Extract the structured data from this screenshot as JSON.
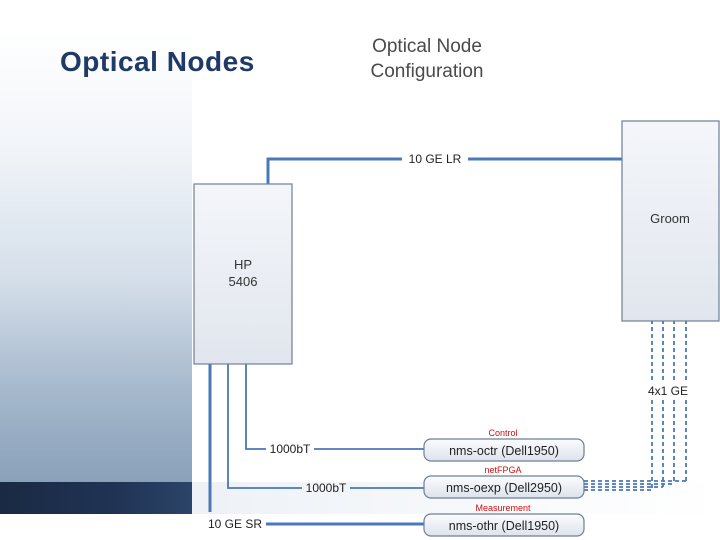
{
  "page": {
    "title": "Optical Nodes"
  },
  "diagram": {
    "title_line1": "Optical Node",
    "title_line2": "Configuration",
    "nodes": {
      "hp": {
        "line1": "HP",
        "line2": "5406"
      },
      "groom": {
        "label": "Groom"
      }
    },
    "links": {
      "ge_lr": "10 GE LR",
      "ge_sr": "10 GE SR",
      "gb_1": "1000bT",
      "gb_2": "1000bT",
      "ge_4x1": "4x1 GE"
    },
    "servers": [
      {
        "category": "Control",
        "name": "nms-octr (Dell1950)"
      },
      {
        "category": "netFPGA",
        "name": "nms-oexp (Dell2950)"
      },
      {
        "category": "Measurement",
        "name": "nms-othr (Dell1950)"
      }
    ]
  },
  "colors": {
    "link_blue": "#4a78b8",
    "box_fill": "#e9edf3",
    "box_stroke": "#6f7f95",
    "title": "#1f3a66",
    "category_red": "#cc1111"
  }
}
